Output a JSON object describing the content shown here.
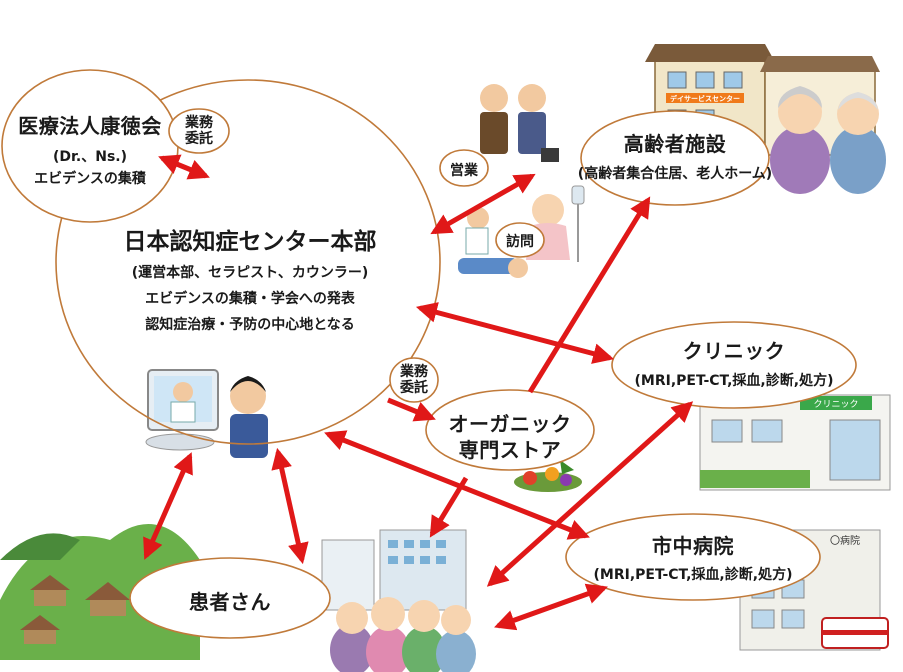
{
  "nodes": {
    "kotokukai": {
      "name": "医療法人康徳会",
      "line1": "(Dr.、Ns.)",
      "line2": "エビデンスの集積"
    },
    "hq": {
      "name": "日本認知症センター本部",
      "line1": "(運営本部、セラピスト、カウンラー)",
      "line2": "エビデンスの集積・学会への発表",
      "line3": "認知症治療・予防の中心地となる"
    },
    "elderly_facility": {
      "name": "高齢者施設",
      "detail": "(高齢者集合住居、老人ホーム)"
    },
    "clinic": {
      "name": "クリニック",
      "detail": "(MRI,PET-CT,採血,診断,処方)"
    },
    "organic_store": {
      "name": "オーガニック",
      "name2": "専門ストア"
    },
    "hospital": {
      "name": "市中病院",
      "detail": "(MRI,PET-CT,採血,診断,処方)"
    },
    "patient": {
      "name": "患者さん"
    }
  },
  "badges": {
    "outsourcing_top": {
      "line1": "業務",
      "line2": "委託"
    },
    "sales": "営業",
    "visit": "訪問",
    "outsourcing_store": {
      "line1": "業務",
      "line2": "委託"
    }
  },
  "illustration_text": {
    "day_service_sign": "デイサービスセンター",
    "clinic_sign": "クリニック",
    "hospital_sign": "〇病院"
  },
  "colors": {
    "arrow": "#e01818",
    "ellipse_border": "#c07a3a",
    "sign_green": "#3aa84a"
  }
}
